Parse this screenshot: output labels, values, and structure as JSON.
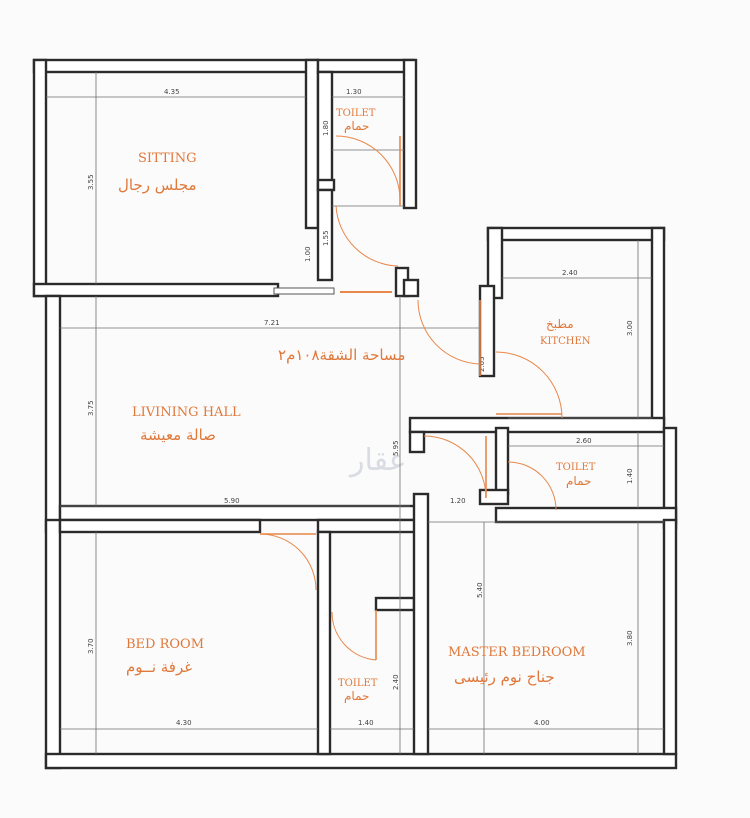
{
  "area_label": "مساحة الشقة١٠٨م٢",
  "watermark": "عقار",
  "rooms": {
    "sitting": {
      "en": "SITTING",
      "ar": "مجلس رجال"
    },
    "toilet_top": {
      "en": "TOILET",
      "ar": "حمام"
    },
    "kitchen": {
      "en": "KITCHEN",
      "ar": "مطبخ"
    },
    "living": {
      "en": "LIVINING HALL",
      "ar": "صالة معيشة"
    },
    "toilet_mid": {
      "en": "TOILET",
      "ar": "حمام"
    },
    "bedroom": {
      "en": "BED ROOM",
      "ar": "غرفة نــوم"
    },
    "toilet_bottom": {
      "en": "TOILET",
      "ar": "حمام"
    },
    "master": {
      "en": "MASTER BEDROOM",
      "ar": "جناح نوم رئيسى"
    }
  },
  "dimensions": {
    "sitting_w": "4.35",
    "sitting_h": "3.55",
    "toilet_top_w": "1.30",
    "toilet_top_h": "1.80",
    "corridor_h": "1.55",
    "corridor_w": "1.00",
    "kitchen_w": "2.40",
    "kitchen_h": "3.00",
    "kitchen_door": "2.05",
    "living_w": "7.21",
    "living_h": "3.75",
    "living_w2": "5.90",
    "hall_h": "5.95",
    "hall_w": "1.20",
    "toilet_mid_w": "2.60",
    "toilet_mid_h": "1.40",
    "bedroom_w": "4.30",
    "bedroom_h": "3.70",
    "toilet_bottom_w": "1.40",
    "toilet_bottom_h": "2.40",
    "master_w": "4.00",
    "master_h": "3.80",
    "master_h2": "5.40"
  }
}
